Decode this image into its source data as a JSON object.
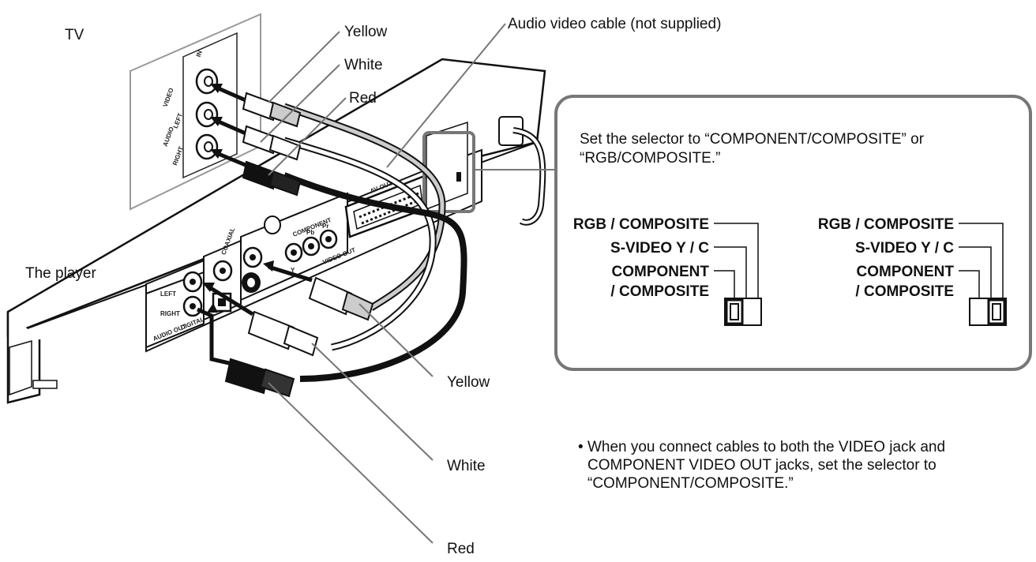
{
  "labels": {
    "tv": "TV",
    "player": "The player",
    "cable": "Audio video cable (not supplied)",
    "tv_yellow": "Yellow",
    "tv_white": "White",
    "tv_red": "Red",
    "pl_yellow": "Yellow",
    "pl_white": "White",
    "pl_red": "Red"
  },
  "tv_panel": {
    "in": "IN",
    "video": "VIDEO",
    "left": "LEFT",
    "audio": "AUDIO",
    "right": "RIGHT"
  },
  "player_panel": {
    "component": "COMPONENT",
    "y": "Y",
    "pb": "Pb",
    "pr": "Pr",
    "coaxial": "COAXIAL",
    "video_out": "VIDEO OUT",
    "av_out": "AV OUT",
    "left": "LEFT",
    "right": "RIGHT",
    "audio_out": "AUDIO OUT",
    "digital": "DIGITAL"
  },
  "callout": {
    "instruction_line1": "Set the selector to “COMPONENT/COMPOSITE” or",
    "instruction_line2": "“RGB/COMPOSITE.”",
    "left_group": {
      "rgb": "RGB / COMPOSITE",
      "svideo": "S-VIDEO  Y / C",
      "component": "COMPONENT",
      "composite": "/ COMPOSITE"
    },
    "right_group": {
      "rgb": "RGB / COMPOSITE",
      "svideo": "S-VIDEO  Y / C",
      "component": "COMPONENT",
      "composite": "/ COMPOSITE"
    }
  },
  "note": {
    "bullet": "•",
    "line1": "When you connect cables to both the VIDEO jack and",
    "line2": "COMPONENT VIDEO OUT jacks, set the selector to",
    "line3": "“COMPONENT/COMPOSITE.”"
  }
}
